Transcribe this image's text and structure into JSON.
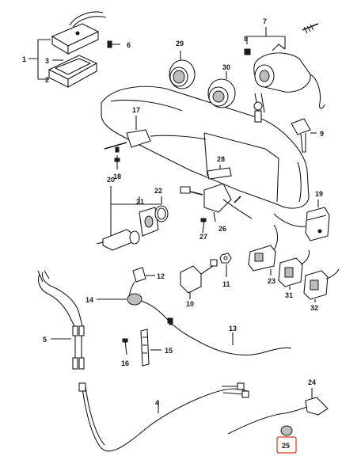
{
  "diagram": {
    "labels": {
      "p1": "1",
      "p2": "2",
      "p3": "3",
      "p4": "4",
      "p5": "5",
      "p6": "6",
      "p7": "7",
      "p8": "8",
      "p9": "9",
      "p10": "10",
      "p11": "11",
      "p12": "12",
      "p13": "13",
      "p14": "14",
      "p15": "15",
      "p16": "16",
      "p17": "17",
      "p18": "18",
      "p19": "19",
      "p20": "20",
      "p21": "21",
      "p22": "22",
      "p23": "23",
      "p24": "24",
      "p25": "25",
      "p26": "26",
      "p27": "27",
      "p28": "28",
      "p29": "29",
      "p30": "30",
      "p31": "31",
      "p32": "32"
    },
    "highlight_color": "#e0302a"
  }
}
